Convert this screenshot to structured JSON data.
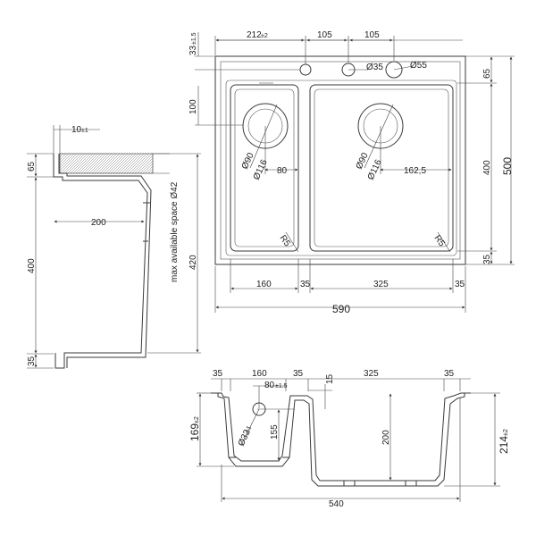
{
  "top_view": {
    "top_dims": [
      "212",
      "±2",
      "105",
      "105"
    ],
    "left_dims": [
      "33",
      "±1.5",
      "100"
    ],
    "right_dims": [
      "65",
      "400",
      "500",
      "35"
    ],
    "holes": [
      "Ø35",
      "Ø55"
    ],
    "left_bowl": {
      "outer_dia": "Ø116",
      "inner_dia": "Ø90",
      "offset": "80",
      "radius": "R5"
    },
    "right_bowl": {
      "outer_dia": "Ø116",
      "inner_dia": "Ø90",
      "offset": "162,5",
      "radius": "R5"
    },
    "bottom_dims": [
      "160",
      "35",
      "325",
      "35",
      "590"
    ]
  },
  "side_view": {
    "worktop": {
      "value": "10",
      "tol": "±1"
    },
    "left_dims": [
      "65",
      "400",
      "35"
    ],
    "inner_dim": "200",
    "right_dim": "420",
    "space_note": "max available space Ø42"
  },
  "section_view": {
    "top_dims": [
      "35",
      "160",
      "35",
      "325",
      "35"
    ],
    "sub_dims": [
      "80",
      "±1.5",
      "15"
    ],
    "left_dim": "169",
    "left_tol": "±2",
    "inner_dims": [
      "155",
      "200"
    ],
    "right_dim": "214",
    "right_tol": "±2",
    "drain": "Ø32",
    "drain_tol": "±1",
    "bottom_dim": "540"
  }
}
